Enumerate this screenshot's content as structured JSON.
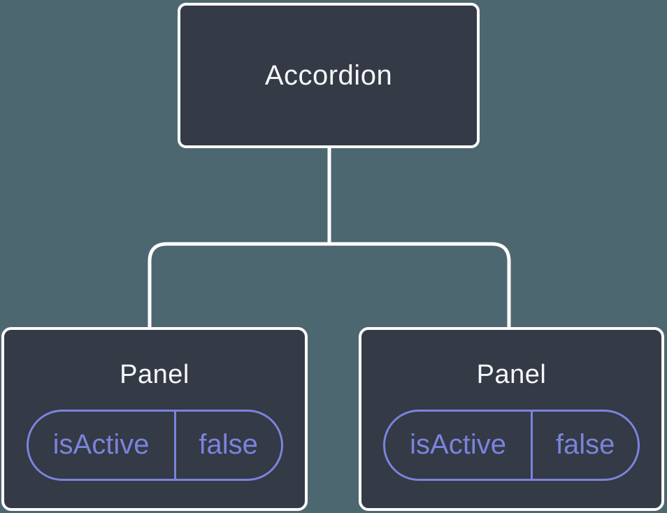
{
  "diagram": {
    "root": {
      "label": "Accordion"
    },
    "children": [
      {
        "label": "Panel",
        "state": {
          "key": "isActive",
          "value": "false"
        }
      },
      {
        "label": "Panel",
        "state": {
          "key": "isActive",
          "value": "false"
        }
      }
    ]
  },
  "colors": {
    "background": "#4D6770",
    "node_bg": "#343A46",
    "node_border": "#FFFFFF",
    "node_text": "#F6F7F9",
    "connector": "#FFFFFF",
    "state_accent": "#7C83DC"
  }
}
